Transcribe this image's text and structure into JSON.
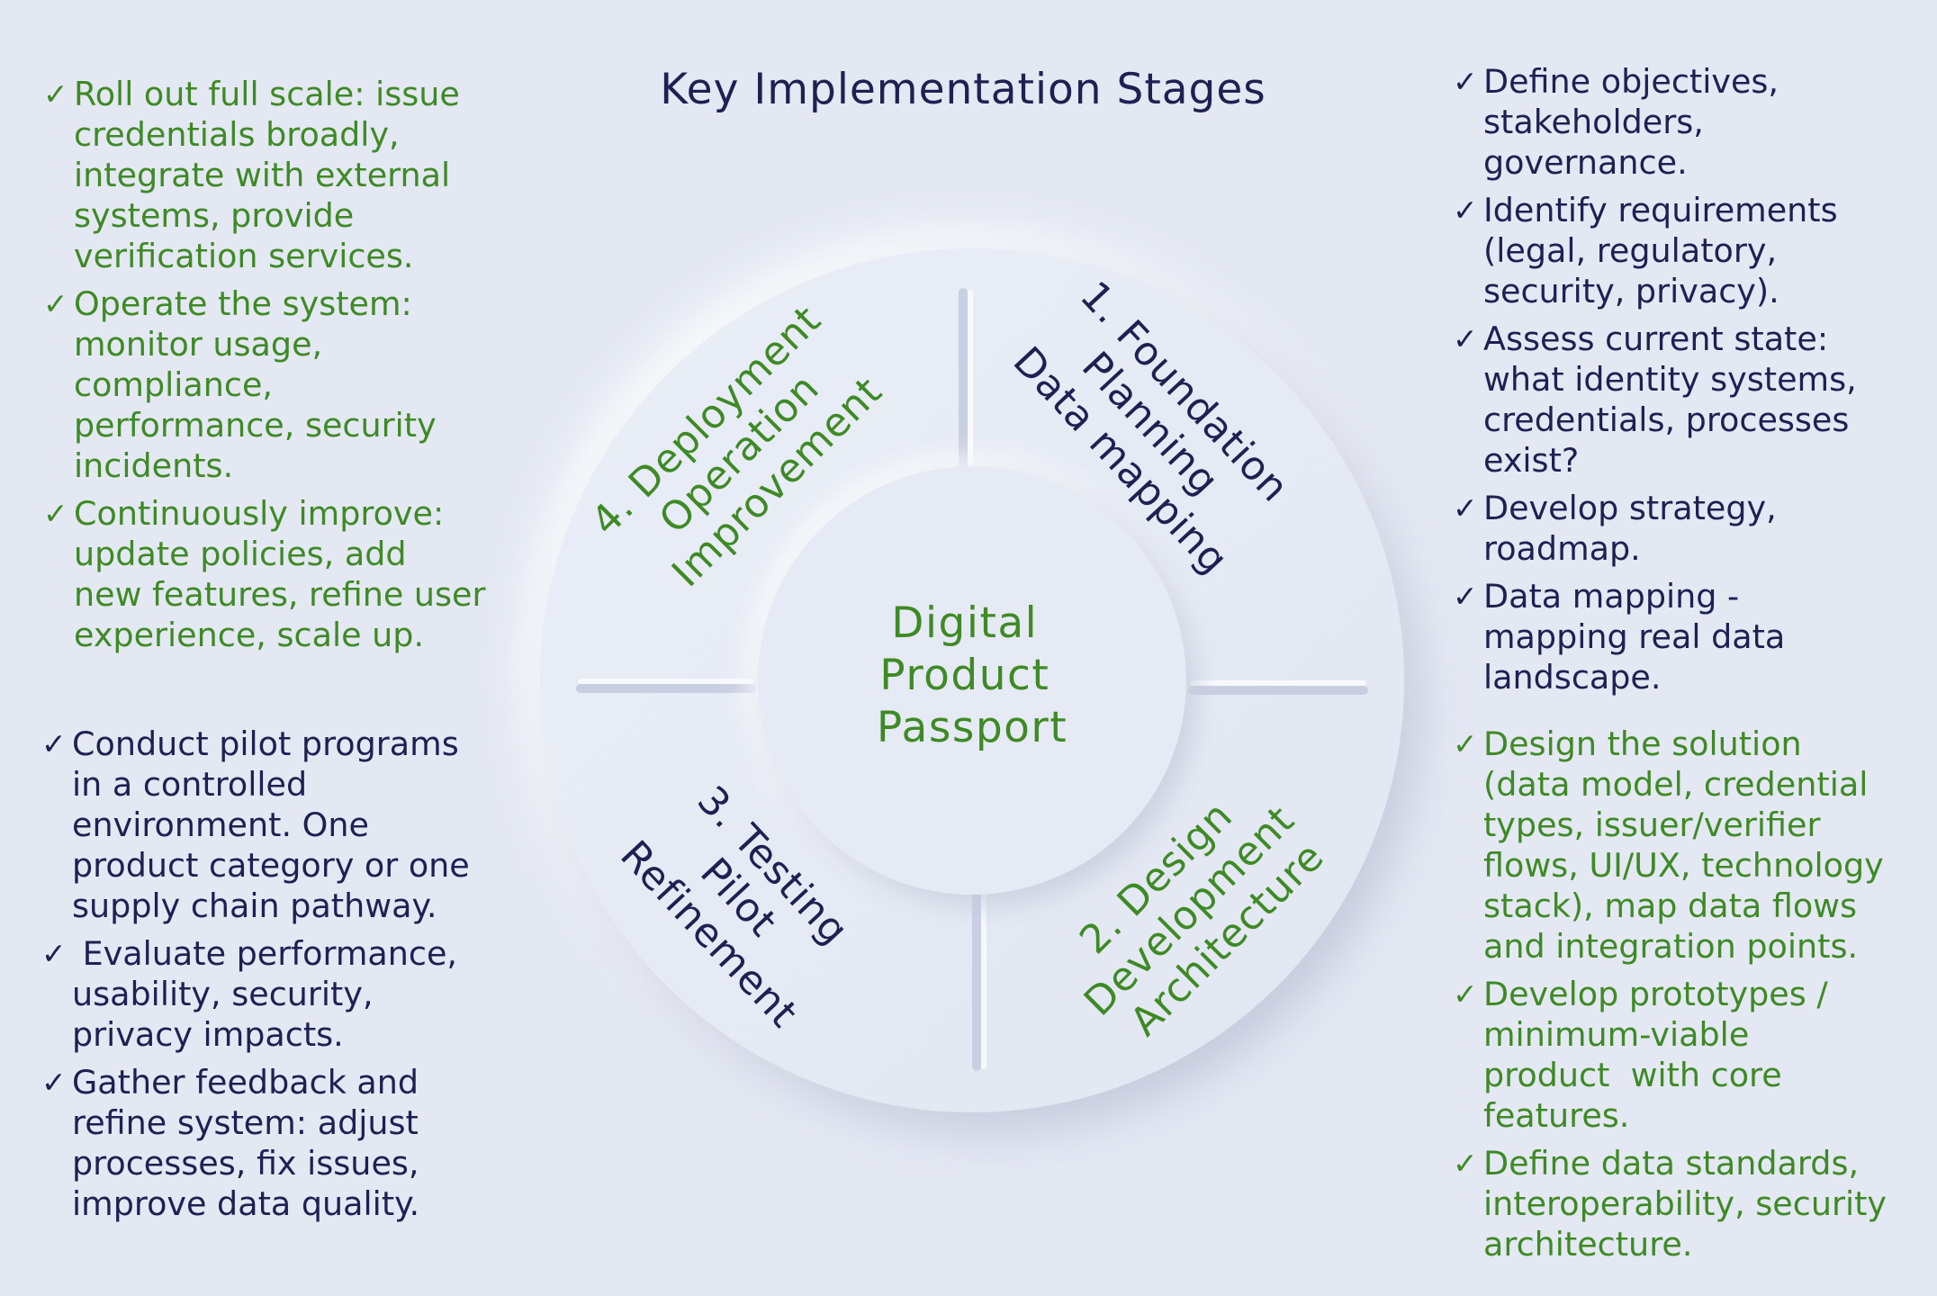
{
  "title": "Key Implementation Stages",
  "center": {
    "lines": [
      "Digital",
      "Product",
      "Passport"
    ]
  },
  "segments": [
    {
      "lines": [
        "1. Foundation",
        "Planning",
        "Data mapping"
      ]
    },
    {
      "lines": [
        "2. Design",
        "Development",
        "Architecture"
      ]
    },
    {
      "lines": [
        "3. Testing",
        "Pilot",
        "Refinement"
      ]
    },
    {
      "lines": [
        "4. Deployment",
        "Operation",
        "Improvement"
      ]
    }
  ],
  "colors": {
    "green": "#3e8a25",
    "navy": "#1d2152",
    "background": "#e4e8f3"
  },
  "check_icon": "✓",
  "blocks": {
    "top_left": [
      [
        "Roll out full scale: issue",
        "credentials broadly,",
        "integrate with external",
        "systems, provide",
        "verification services."
      ],
      [
        "Operate the system:",
        "monitor usage,",
        "compliance,",
        "performance, security",
        "incidents."
      ],
      [
        "Continuously improve:",
        "update policies, add",
        "new features, refine user",
        "experience, scale up."
      ]
    ],
    "bottom_left": [
      [
        "Conduct pilot programs",
        "in a controlled",
        "environment. One",
        "product category or one",
        "supply chain pathway."
      ],
      [
        " Evaluate performance,",
        "usability, security,",
        "privacy impacts."
      ],
      [
        "Gather feedback and",
        "refine system: adjust",
        "processes, fix issues,",
        "improve data quality."
      ]
    ],
    "top_right": [
      [
        "Define objectives,",
        "stakeholders,",
        "governance."
      ],
      [
        "Identify requirements",
        "(legal, regulatory,",
        "security, privacy)."
      ],
      [
        "Assess current state:",
        "what identity systems,",
        "credentials, processes",
        "exist?"
      ],
      [
        "Develop strategy,",
        "roadmap."
      ],
      [
        "Data mapping -",
        "mapping real data",
        "landscape."
      ]
    ],
    "bottom_right": [
      [
        "Design the solution",
        "(data model, credential",
        "types, issuer/verifier",
        "flows, UI/UX, technology",
        "stack), map data flows",
        "and integration points."
      ],
      [
        "Develop prototypes /",
        "minimum-viable",
        "product  with core",
        "features."
      ],
      [
        "Define data standards,",
        "interoperability, security",
        "architecture."
      ]
    ]
  }
}
